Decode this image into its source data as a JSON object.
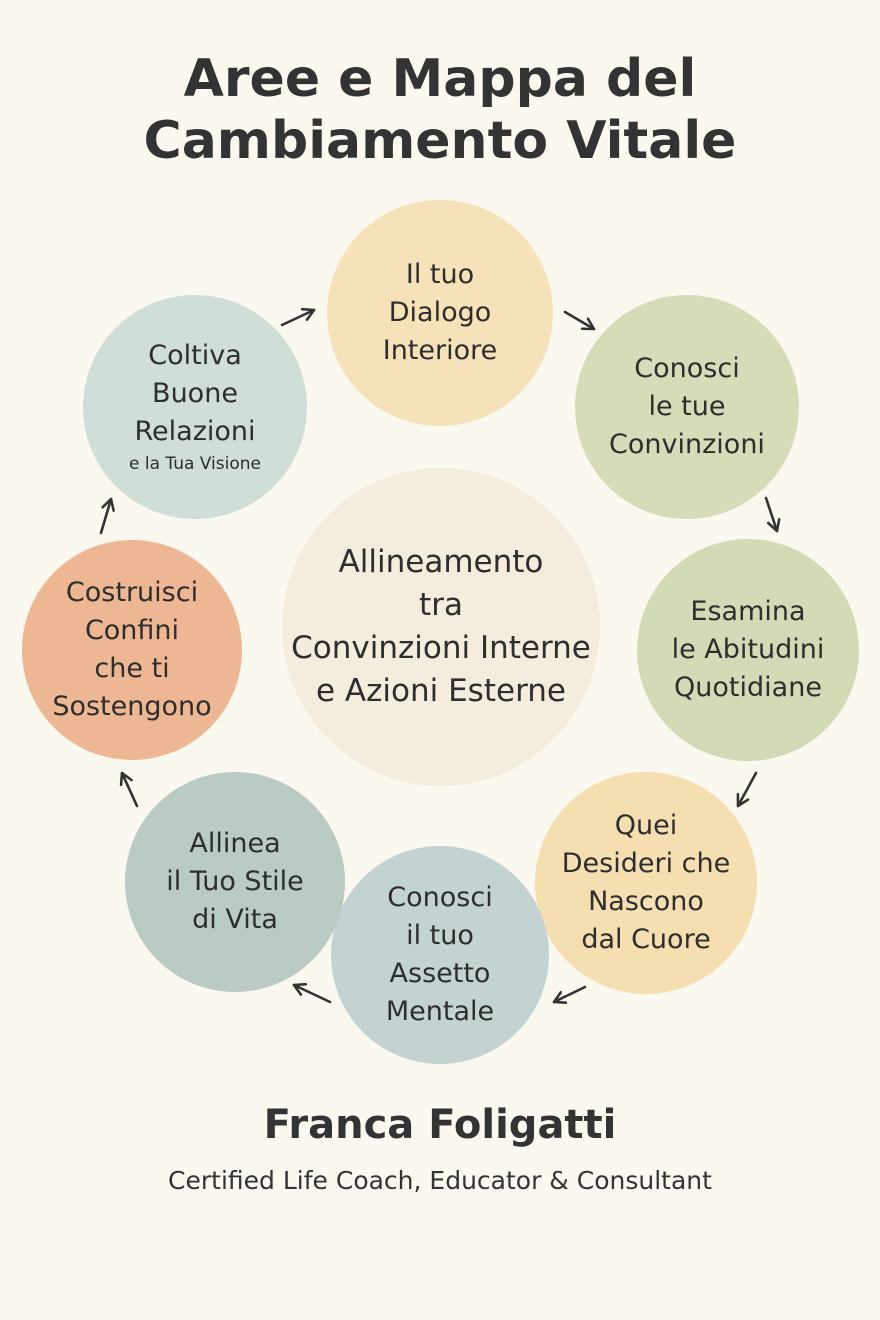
{
  "title": {
    "line1": "Aree e Mappa del",
    "line2": "Cambiamento Vitale"
  },
  "center": {
    "lines": [
      "Allineamento",
      "tra",
      "Convinzioni Interne",
      "e Azioni Esterne"
    ],
    "color": "#f4ecdc"
  },
  "nodes": [
    {
      "lines": [
        "Il tuo",
        "Dialogo",
        "Interiore"
      ],
      "color": "#f6e2b8"
    },
    {
      "lines": [
        "Conosci",
        "le tue",
        "Convinzioni"
      ],
      "color": "#d6dcb8"
    },
    {
      "lines": [
        "Esamina",
        "le Abitudini",
        "Quotidiane"
      ],
      "color": "#d3dbb6"
    },
    {
      "lines": [
        "Quei",
        "Desideri che",
        "Nascono",
        "dal Cuore"
      ],
      "color": "#f5deb0"
    },
    {
      "lines": [
        "Conosci",
        "il tuo",
        "Assetto",
        "Mentale"
      ],
      "color": "#c3d3d2"
    },
    {
      "lines": [
        "Allinea",
        "il Tuo Stile",
        "di Vita"
      ],
      "color": "#b9cbc2"
    },
    {
      "lines": [
        "Costruisci",
        "Confini",
        "che ti",
        "Sostengono"
      ],
      "color": "#edb793"
    },
    {
      "lines": [
        "Coltiva",
        "Buone",
        "Relazioni"
      ],
      "subline": "e la Tua Visione",
      "color": "#cfded6"
    }
  ],
  "footer": {
    "name": "Franca Foligatti",
    "subtitle": "Certified Life Coach, Educator & Consultant"
  }
}
